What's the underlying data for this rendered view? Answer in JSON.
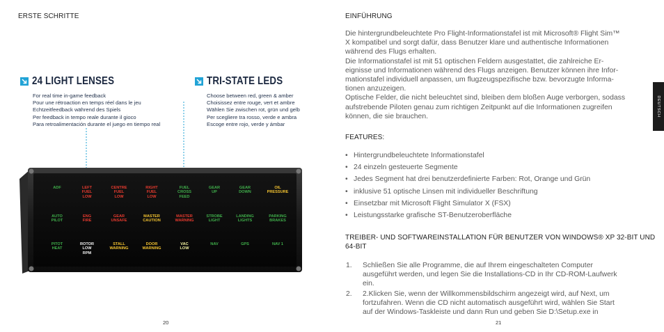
{
  "left_page": {
    "header": "ERSTE SCHRITTE",
    "section_lenses": {
      "title": "24 LIGHT LENSES",
      "lines": [
        "For real time in-game feedback",
        "Pour une rétroaction en temps réel dans le jeu",
        "Echtzeitfeedback während des Spiels",
        "Per feedback in tempo reale durante il gioco",
        "Para retroalimentación durante el juego en tiempo real"
      ]
    },
    "section_leds": {
      "title": "TRI-STATE LEDS",
      "lines": [
        "Choose between red, green & amber",
        "Choisissez entre rouge, vert et ambre",
        "Wählen Sie zwischen rot, grün und gelb",
        "Per scegliere tra rosso, verde e ambra",
        "Escoge entre rojo, verde y ámbar"
      ]
    },
    "panel_rows": [
      [
        {
          "label": "ADF",
          "color": "#3fae4a"
        },
        {
          "label": "LEFT\nFUEL\nLOW",
          "color": "#e63a2e"
        },
        {
          "label": "CENTRE\nFUEL\nLOW",
          "color": "#e63a2e"
        },
        {
          "label": "RIGHT\nFUEL\nLOW",
          "color": "#e63a2e"
        },
        {
          "label": "FUEL\nCROSS\nFEED",
          "color": "#3fae4a"
        },
        {
          "label": "GEAR\nUP",
          "color": "#3fae4a"
        },
        {
          "label": "GEAR\nDOWN",
          "color": "#3fae4a"
        },
        {
          "label": "OIL\nPRESSURE",
          "color": "#f2c230"
        }
      ],
      [
        {
          "label": "AUTO\nPILOT",
          "color": "#3fae4a"
        },
        {
          "label": "ENG\nFIRE",
          "color": "#e63a2e"
        },
        {
          "label": "GEAR\nUNSAFE",
          "color": "#e63a2e"
        },
        {
          "label": "MASTER\nCAUTION",
          "color": "#f2c230"
        },
        {
          "label": "MASTER\nWARNING",
          "color": "#e63a2e"
        },
        {
          "label": "STROBE\nLIGHT",
          "color": "#3fae4a"
        },
        {
          "label": "LANDING\nLIGHTS",
          "color": "#3fae4a"
        },
        {
          "label": "PARKING\nBRAKES",
          "color": "#3fae4a"
        }
      ],
      [
        {
          "label": "PITOT\nHEAT",
          "color": "#3fae4a"
        },
        {
          "label": "ROTOR\nLOW\nRPM",
          "color": "#f2f2f2"
        },
        {
          "label": "STALL\nWARNING",
          "color": "#f2c230"
        },
        {
          "label": "DOOR\nWARNING",
          "color": "#f2c230"
        },
        {
          "label": "VAC\nLOW",
          "color": "#f2f2a0"
        },
        {
          "label": "NAV",
          "color": "#3fae4a"
        },
        {
          "label": "GPS",
          "color": "#3fae4a"
        },
        {
          "label": "NAV 1",
          "color": "#3fae4a"
        }
      ]
    ],
    "page_number": "20"
  },
  "right_page": {
    "header": "EINFÜHRUNG",
    "intro_paragraphs": [
      "Die hintergrundbeleuchtete Pro Flight-Informationstafel ist mit Microsoft® Flight Sim™ X kompatibel und sorgt dafür, dass Benutzer klare und authentische Informationen während des Flugs erhalten.",
      "Die Informationstafel ist mit 51 optischen Feldern ausgestattet, die zahlreiche Ereignisse und Informationen während des Flugs anzeigen. Benutzer können ihre Informationstafel individuell anpassen, um flugzeugspezifische bzw. bevorzugte Informationen anzuzeigen.",
      "Optische Felder, die nicht beleuchtet sind, bleiben dem bloßen Auge verborgen, sodass aufstrebende Piloten genau zum richtigen Zeitpunkt auf die Informationen zugreifen können, die sie brauchen."
    ],
    "intro_lines": [
      "Die hintergrundbeleuchtete Pro Flight-Informationstafel ist mit Microsoft® Flight Sim™",
      "X kompatibel und sorgt dafür, dass Benutzer klare und authentische Informationen",
      "während des Flugs erhalten.",
      "Die Informationstafel ist mit 51 optischen Feldern ausgestattet, die zahlreiche Er-",
      "eignisse und Informationen während des Flugs anzeigen. Benutzer können ihre Infor-",
      "mationstafel individuell anpassen, um flugzeugspezifische bzw. bevorzugte Informa-",
      "tionen anzuzeigen.",
      "Optische Felder, die nicht beleuchtet sind, bleiben dem bloßen Auge verborgen, sodass",
      "aufstrebende Piloten genau zum richtigen Zeitpunkt auf die Informationen zugreifen",
      "können, die sie brauchen."
    ],
    "features_heading": "FEATURES:",
    "features": [
      "Hintergrundbeleuchtete Informationstafel",
      "24 einzeln gesteuerte Segmente",
      "Jedes Segment hat drei benutzerdefinierte Farben: Rot, Orange und Grün",
      "inklusive 51 optische Linsen mit individueller Beschriftung",
      "Einsetzbar mit Microsoft Flight Simulator X (FSX)",
      "Leistungsstarke grafische ST-Benutzeroberfläche"
    ],
    "install_heading_lines": [
      "TREIBER- UND SOFTWAREINSTALLATION FÜR BENUTZER VON WINDOWS® XP 32-BIT UND",
      "64-BIT"
    ],
    "steps": [
      {
        "number": "1.",
        "lines": [
          "Schließen Sie alle Programme, die auf Ihrem eingeschalteten Computer",
          "ausgeführt werden, und legen Sie die Installations-CD in Ihr CD-ROM-Laufwerk",
          "ein."
        ]
      },
      {
        "number": "2.",
        "lines": [
          "2.Klicken Sie, wenn der Willkommensbildschirm angezeigt wird, auf Next, um",
          "fortzufahren. Wenn die CD nicht automatisch ausgeführt wird, wählen Sie Start",
          "auf der Windows-Taskleiste und dann Run und geben Sie D:\\Setup.exe in"
        ]
      }
    ],
    "page_number": "21",
    "side_tab": "DEUTSCH"
  },
  "colors": {
    "accent_blue": "#21a3d6",
    "title_navy": "#1b2840",
    "panel_black": "#111111"
  }
}
